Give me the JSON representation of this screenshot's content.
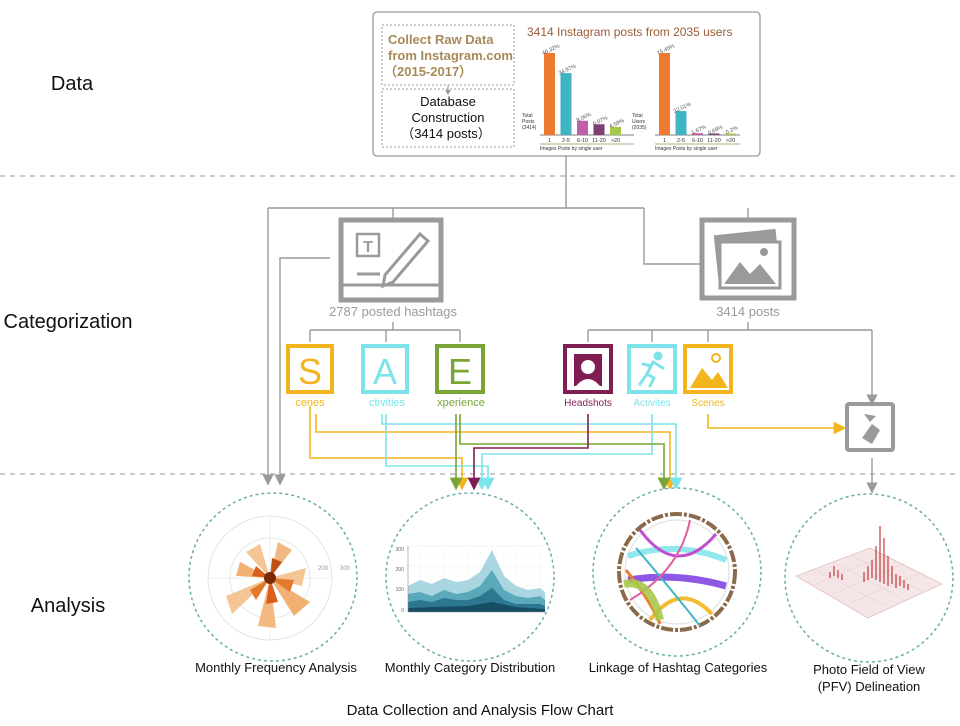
{
  "sections": {
    "data": "Data",
    "categorization": "Categorization",
    "analysis": "Analysis"
  },
  "collect": {
    "title_line1": "Collect Raw Data",
    "title_line2": "from Instagram.com",
    "title_line3": "（2015-2017）",
    "db_line1": "Database",
    "db_line2": "Construction",
    "db_line3": "（3414 posts）"
  },
  "stats_title": "3414 Instagram posts from 2035 users",
  "chart_data": [
    {
      "type": "bar",
      "ylabel": "Total Posts (3414)",
      "xlabel": "Images Posts by single user",
      "categories": [
        "1",
        "2-5",
        "6-10",
        "11-20",
        ">20"
      ],
      "values": [
        46.32,
        34.97,
        8.06,
        6.07,
        4.59
      ],
      "data_labels": [
        "46.32%",
        "34.97%",
        "8.06%",
        "6.07%",
        "4.59%"
      ],
      "colors": [
        "#ee7a30",
        "#3fb5c4",
        "#c05fa8",
        "#7d4070",
        "#a8c84a"
      ]
    },
    {
      "type": "bar",
      "ylabel": "Total Users (2035)",
      "xlabel": "Images Posts by single user",
      "categories": [
        "1",
        "2-5",
        "6-10",
        "11-20",
        ">20"
      ],
      "values": [
        75.45,
        22.01,
        1.67,
        0.69,
        0.2
      ],
      "data_labels": [
        "75.45%",
        "22.01%",
        "1.67%",
        "0.69%",
        "0.2%"
      ],
      "colors": [
        "#ee7a30",
        "#3fb5c4",
        "#c05fa8",
        "#7d4070",
        "#a8c84a"
      ]
    }
  ],
  "categorization": {
    "hashtags_label": "2787 posted hashtags",
    "posts_label": "3414 posts",
    "hashtag_letters": [
      "S",
      "A",
      "E"
    ],
    "hashtag_labels": [
      "cenes",
      "ctivities",
      "xperience"
    ],
    "photo_labels": [
      "Headshots",
      "Activites",
      "Scenes"
    ]
  },
  "colors": {
    "scenes": "#f2b51d",
    "activities": "#7de3ea",
    "experience": "#7aa535",
    "headshots": "#7f1d54",
    "gray": "#9a9a9a",
    "divider": "#b8b8b8"
  },
  "analysis": {
    "monthly_frequency": "Monthly Frequency Analysis",
    "monthly_category": "Monthly Category Distribution",
    "linkage": "Linkage of Hashtag Categories",
    "pfv_line1": "Photo Field of View",
    "pfv_line2": "(PFV) Delineation"
  },
  "caption": "Data Collection and Analysis Flow Chart"
}
